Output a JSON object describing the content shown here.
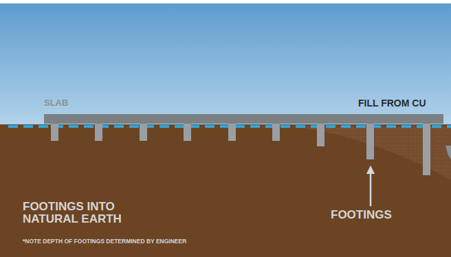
{
  "diagram": {
    "labels": [
      "SLAB",
      "FILL FROM CU",
      "FOOTINGS INTO NATURAL EARTH",
      "FOOTINGS",
      "*NOTE DEPTH OF FOOTINGS DETERMINED BY ENGINEER"
    ]
  }
}
